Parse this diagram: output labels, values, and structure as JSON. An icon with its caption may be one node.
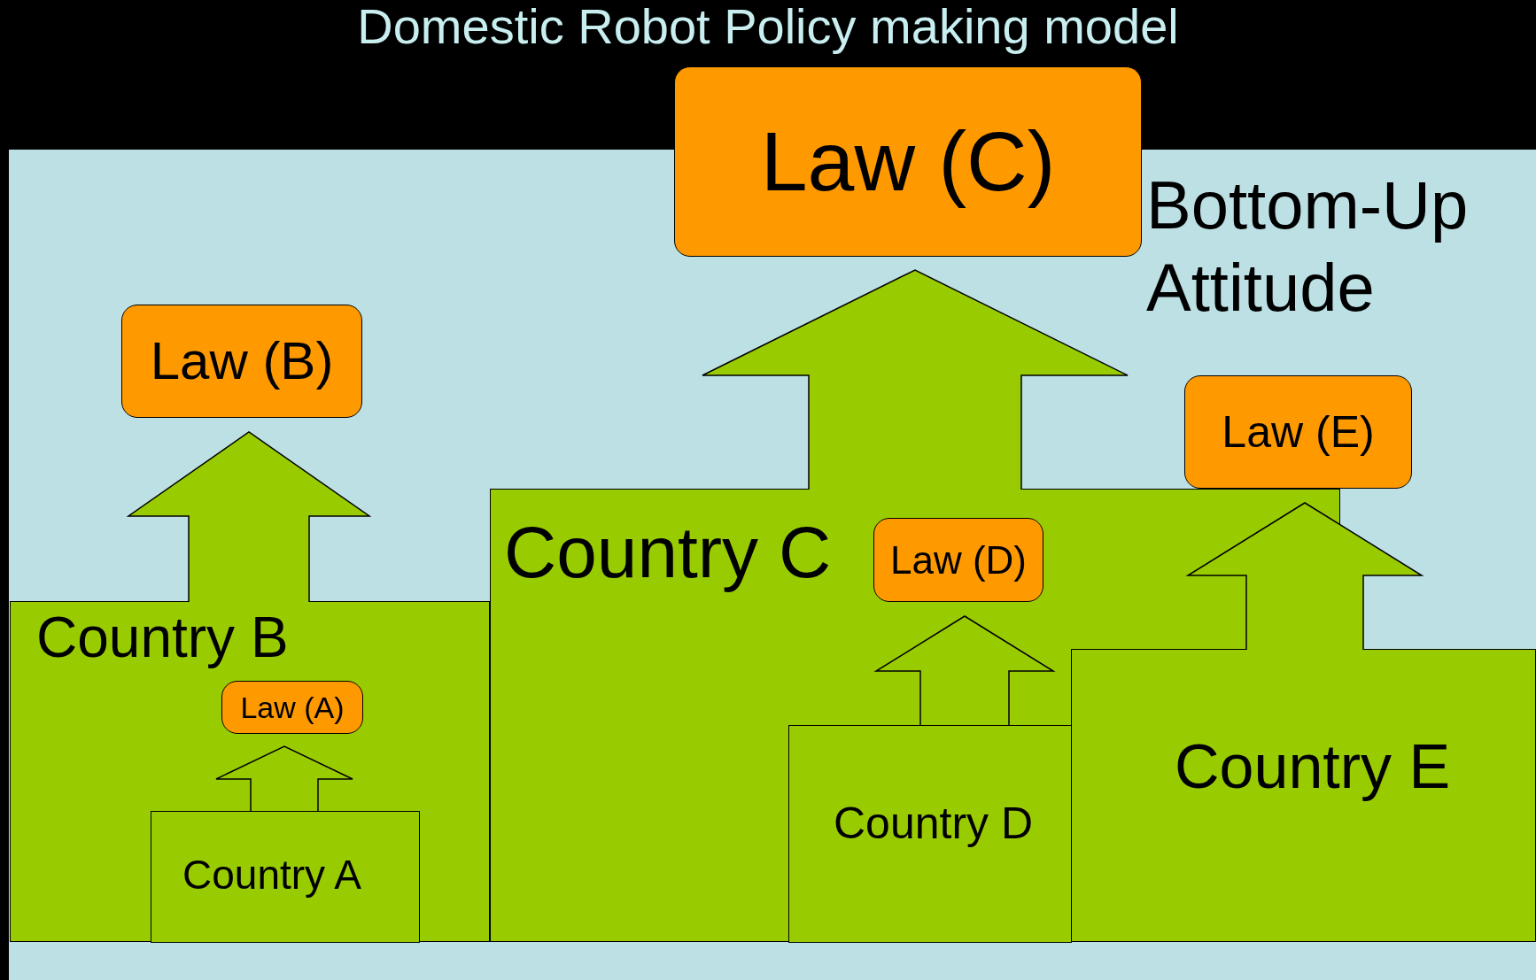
{
  "diagram": {
    "title": "Domestic Robot Policy making model",
    "nodes": [
      {
        "text": [
          "Country B"
        ]
      },
      {
        "text": [
          "Law (B)"
        ]
      },
      {
        "text": [
          "Country A"
        ],
        "in": 0
      },
      {
        "text": [
          "Law (A)"
        ],
        "in": 0
      },
      {
        "text": [
          "Country C"
        ]
      },
      {
        "text": [
          "Law (C)"
        ]
      },
      {
        "text": [
          "Country D"
        ],
        "in": 4
      },
      {
        "text": [
          "Law (D)"
        ],
        "in": 4
      },
      {
        "text": [
          "Country E"
        ]
      },
      {
        "text": [
          "Law (E)"
        ]
      }
    ],
    "edges": [
      {
        "from": 2,
        "to": 3,
        "arrow": "to"
      },
      {
        "from": 0,
        "to": 1,
        "arrow": "to"
      },
      {
        "from": 4,
        "to": 5,
        "arrow": "to"
      },
      {
        "from": 6,
        "to": 7,
        "arrow": "to"
      },
      {
        "from": 8,
        "to": 9,
        "arrow": "to"
      }
    ],
    "labels": [
      "Bottom-Up Attitude"
    ]
  }
}
